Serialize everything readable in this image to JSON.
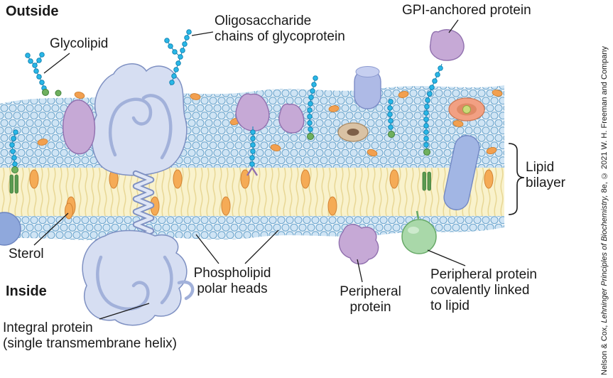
{
  "figure": {
    "region_outside": "Outside",
    "region_inside": "Inside",
    "labels": {
      "glycolipid": {
        "text": "Glycolipid"
      },
      "oligosaccharide": {
        "l1": "Oligosaccharide",
        "l2": "chains of glycoprotein"
      },
      "gpi": {
        "text": "GPI-anchored protein"
      },
      "lipid_bilayer": {
        "l1": "Lipid",
        "l2": "bilayer"
      },
      "sterol": {
        "text": "Sterol"
      },
      "phospholipid": {
        "l1": "Phospholipid",
        "l2": "polar heads"
      },
      "integral": {
        "l1": "Integral protein",
        "l2": "(single transmembrane helix)"
      },
      "peripheral": {
        "l1": "Peripheral",
        "l2": "protein"
      },
      "peripheral_lipid": {
        "l1": "Peripheral protein",
        "l2": "covalently linked",
        "l3": "to lipid"
      }
    },
    "attribution": {
      "pre": "Nelson & Cox, ",
      "book": "Lehninger Principles of Biochemistry,",
      "post": " 8e, © 2021 W. H. Freeman and Company"
    },
    "colors": {
      "lipid_head": "#cfe4f4",
      "lipid_head_outline": "#6aa4cc",
      "membrane_core": "#f9f2cc",
      "sterol_orange": "#f2a050",
      "sugar_bead_cyan": "#29b7e7",
      "protein_purple": "#c6a9d6",
      "protein_lavender": "#d6def2",
      "protein_blue": "#a2b6e4",
      "protein_green": "#a9d8a9",
      "lipid_anchor_green": "#6fb05e"
    }
  }
}
